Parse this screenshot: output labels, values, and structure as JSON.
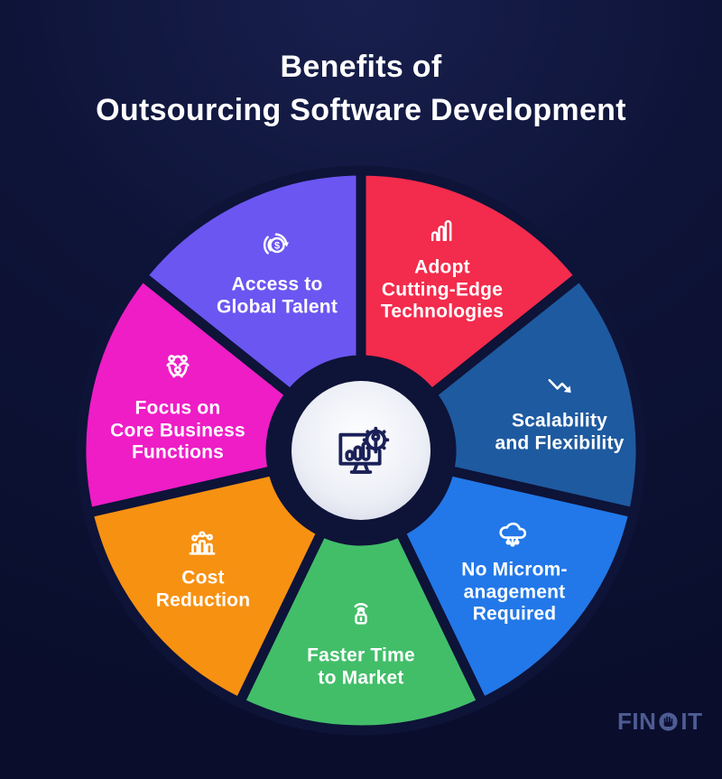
{
  "title": {
    "line1": "Benefits of",
    "line2": "Outsourcing Software Development"
  },
  "segments": [
    {
      "id": "adopt-cutting-edge-technologies",
      "lines": [
        "Adopt",
        "Cutting-Edge",
        "Technologies"
      ],
      "color": "#f32b4c",
      "icon": "growth-bars-icon"
    },
    {
      "id": "scalability-and-flexibility",
      "lines": [
        "Scalability",
        "and Flexibility"
      ],
      "color": "#1e5aa0",
      "icon": "declining-arrow-icon"
    },
    {
      "id": "no-micromanagement-required",
      "lines": [
        "No Microm-",
        "anagement",
        "Required"
      ],
      "color": "#2278e8",
      "icon": "cloud-circuit-icon"
    },
    {
      "id": "faster-time-to-market",
      "lines": [
        "Faster Time",
        "to Market"
      ],
      "color": "#42be69",
      "icon": "wireless-lock-icon"
    },
    {
      "id": "cost-reduction",
      "lines": [
        "Cost",
        "Reduction"
      ],
      "color": "#f79112",
      "icon": "bar-chart-trend-icon"
    },
    {
      "id": "focus-on-core-business-functions",
      "lines": [
        "Focus on",
        "Core Business",
        "Functions"
      ],
      "color": "#ee1dc6",
      "icon": "team-network-icon"
    },
    {
      "id": "access-to-global-talent",
      "lines": [
        "Access to",
        "Global Talent"
      ],
      "color": "#6b56f2",
      "icon": "currency-rotation-icon"
    }
  ],
  "center": {
    "icon": "monitor-analytics-gear-icon"
  },
  "logo": {
    "text": "FINOIT",
    "part1": "FIN",
    "part2": "IT",
    "o_icon": "hand-in-circle-icon"
  },
  "colors": {
    "background": "#0c1134",
    "gap": "#0e1338",
    "ring": "#0e1338",
    "center_fill": "#f5f5fa",
    "text": "#ffffff",
    "logo": "#4e5c94"
  }
}
